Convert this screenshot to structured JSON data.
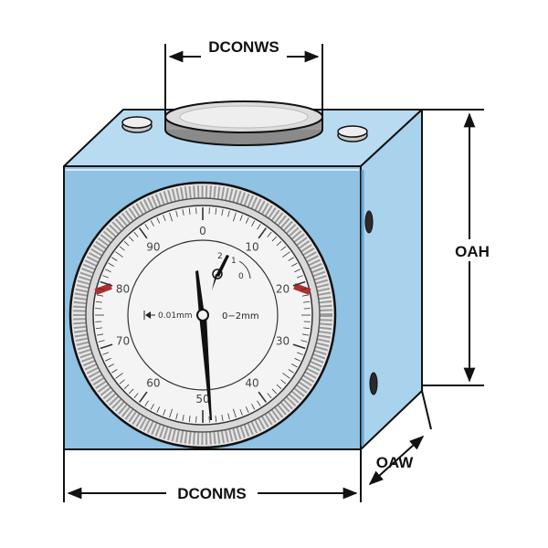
{
  "dimensions": {
    "top_width": "DCONWS",
    "bottom_width": "DCONMS",
    "height": "OAH",
    "depth": "OAW"
  },
  "dial": {
    "numbers": [
      "0",
      "10",
      "20",
      "30",
      "40",
      "50",
      "60",
      "70",
      "80",
      "90"
    ],
    "resolution": "0.01mm",
    "range": "0−2mm",
    "sub_dial": [
      "2",
      "1",
      "0"
    ]
  },
  "colors": {
    "block_face": "#8fc2e3",
    "block_side": "#a9d2ec",
    "block_top": "#b8dbf1",
    "outline": "#111111",
    "dial_face": "#f4f4f4"
  }
}
